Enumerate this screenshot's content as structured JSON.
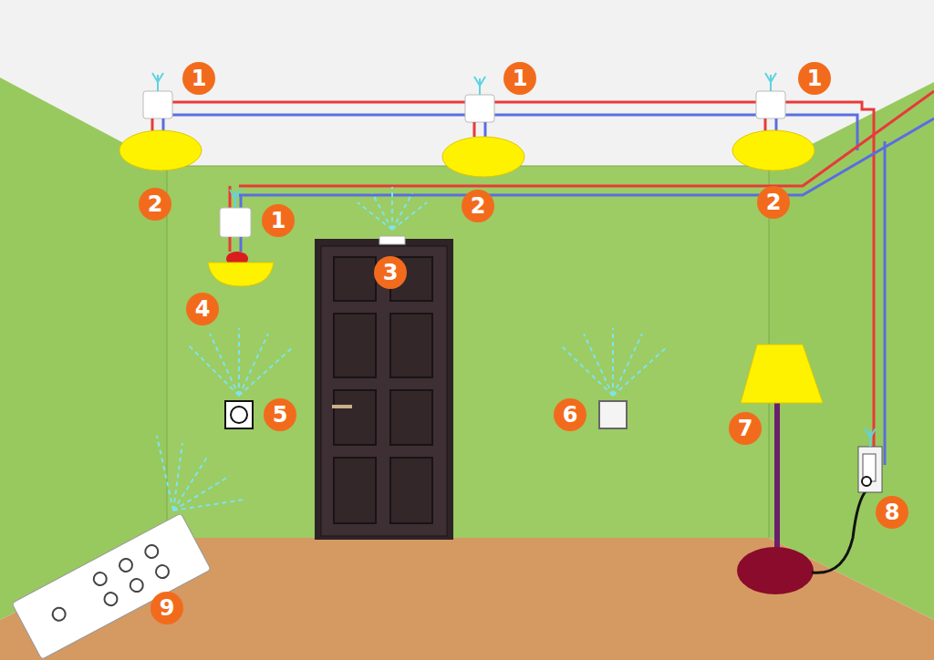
{
  "diagram": {
    "labels": [
      "1",
      "1",
      "1",
      "2",
      "1",
      "2",
      "2",
      "3",
      "4",
      "5",
      "6",
      "7",
      "8",
      "9"
    ]
  }
}
